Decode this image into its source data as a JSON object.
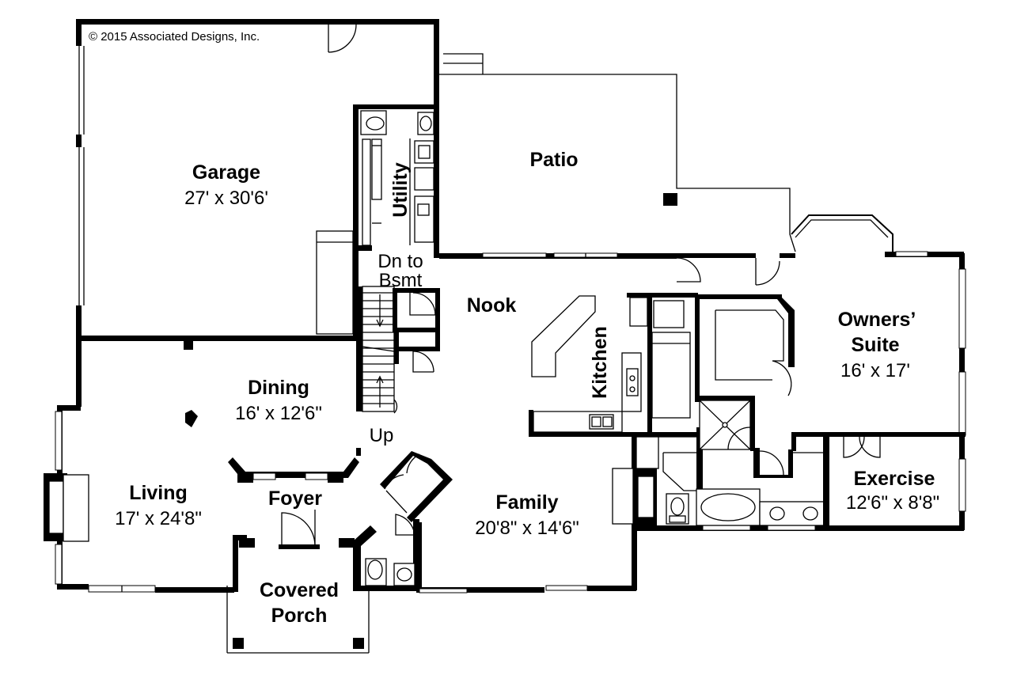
{
  "copyright": "© 2015 Associated Designs, Inc.",
  "rooms": {
    "garage": {
      "name": "Garage",
      "dims": "27' x 30'6'"
    },
    "patio": {
      "name": "Patio"
    },
    "utility": {
      "name": "Utility"
    },
    "nook": {
      "name": "Nook"
    },
    "kitchen": {
      "name": "Kitchen"
    },
    "owners_suite": {
      "name_line1": "Owners’",
      "name_line2": "Suite",
      "dims": "16' x 17'"
    },
    "dining": {
      "name": "Dining",
      "dims": "16' x 12'6\""
    },
    "living": {
      "name": "Living",
      "dims": "17' x 24'8\""
    },
    "foyer": {
      "name": "Foyer"
    },
    "family": {
      "name": "Family",
      "dims": "20'8\" x 14'6\""
    },
    "exercise": {
      "name": "Exercise",
      "dims": "12'6\" x 8'8\""
    },
    "covered_porch": {
      "name_line1": "Covered",
      "name_line2": "Porch"
    }
  },
  "stairs": {
    "down_line1": "Dn to",
    "down_line2": "Bsmt",
    "up": "Up"
  }
}
